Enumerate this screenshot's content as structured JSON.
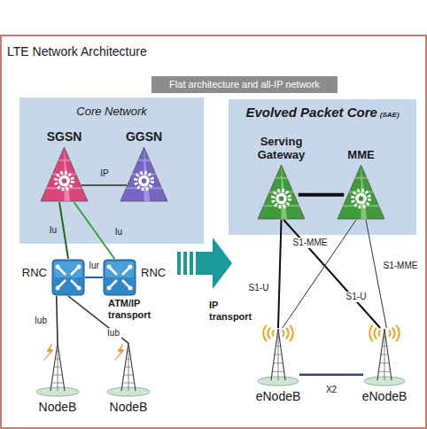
{
  "diagram": {
    "title": "LTE Network Architecture",
    "nodes": [
      {
        "text": [
          "Flat architecture and all-IP network"
        ]
      },
      {
        "text": [
          "Core Network"
        ]
      },
      {
        "text": [
          "SGSN"
        ],
        "in": 1
      },
      {
        "text": [
          "GGSN"
        ],
        "in": 1
      },
      {
        "text": [
          "RNC"
        ]
      },
      {
        "text": [
          "RNC"
        ]
      },
      {
        "text": [
          "NodeB"
        ]
      },
      {
        "text": [
          "NodeB"
        ]
      },
      {
        "text": [
          "Evolved Packet Core",
          "(SAE)"
        ]
      },
      {
        "text": [
          "Serving Gateway"
        ],
        "in": 8
      },
      {
        "text": [
          "MME"
        ],
        "in": 8
      },
      {
        "text": [
          "eNodeB"
        ]
      },
      {
        "text": [
          "eNodeB"
        ]
      }
    ],
    "edges": [
      {
        "from": 2,
        "to": 3,
        "label": "IP",
        "arrow": "none"
      },
      {
        "from": 2,
        "to": 4,
        "label": "Iu",
        "arrow": "none"
      },
      {
        "from": 2,
        "to": 5,
        "label": "Iu",
        "arrow": "none"
      },
      {
        "from": 4,
        "to": 5,
        "label": "Iur",
        "arrow": "none"
      },
      {
        "from": 4,
        "to": 6,
        "label": "Iub",
        "arrow": "none"
      },
      {
        "from": 4,
        "to": 7,
        "label": "Iub",
        "arrow": "none"
      },
      {
        "from": 9,
        "to": 10,
        "arrow": "none"
      },
      {
        "from": 9,
        "to": 11,
        "label": "S1-U",
        "arrow": "none"
      },
      {
        "from": 9,
        "to": 12,
        "label": "S1-U",
        "arrow": "none"
      },
      {
        "from": 10,
        "to": 11,
        "label": "S1-MME",
        "arrow": "none"
      },
      {
        "from": 10,
        "to": 12,
        "label": "S1-MME",
        "arrow": "none"
      },
      {
        "from": 11,
        "to": 12,
        "label": "X2",
        "arrow": "none"
      }
    ],
    "labels": [
      "ATM/IP transport",
      "IP transport"
    ]
  }
}
